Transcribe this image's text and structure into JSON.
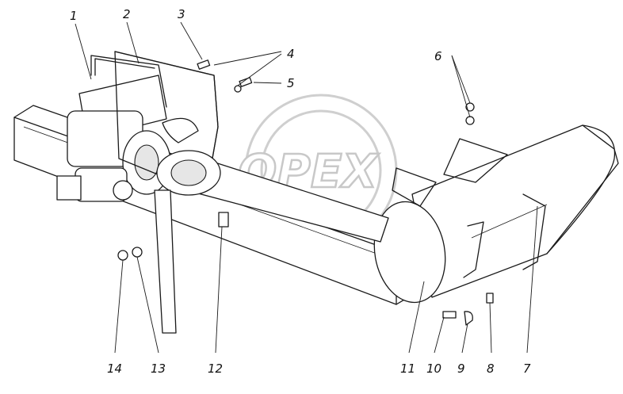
{
  "watermark": {
    "text": "OPEX"
  },
  "callouts": [
    {
      "id": "callout-1",
      "label": "1"
    },
    {
      "id": "callout-2",
      "label": "2"
    },
    {
      "id": "callout-3",
      "label": "3"
    },
    {
      "id": "callout-4",
      "label": "4"
    },
    {
      "id": "callout-5",
      "label": "5"
    },
    {
      "id": "callout-6",
      "label": "6"
    },
    {
      "id": "callout-7",
      "label": "7"
    },
    {
      "id": "callout-8",
      "label": "8"
    },
    {
      "id": "callout-9",
      "label": "9"
    },
    {
      "id": "callout-10",
      "label": "10"
    },
    {
      "id": "callout-11",
      "label": "11"
    },
    {
      "id": "callout-12",
      "label": "12"
    },
    {
      "id": "callout-13",
      "label": "13"
    },
    {
      "id": "callout-14",
      "label": "14"
    }
  ]
}
